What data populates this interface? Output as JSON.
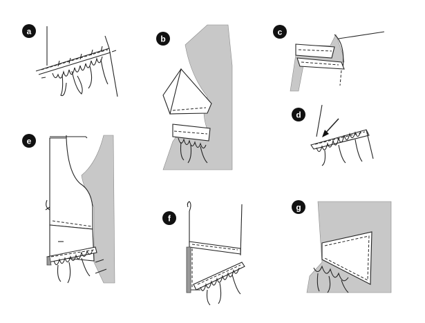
{
  "panels": [
    {
      "id": "a",
      "badge": "a"
    },
    {
      "id": "b",
      "badge": "b"
    },
    {
      "id": "c",
      "badge": "c"
    },
    {
      "id": "d",
      "badge": "d"
    },
    {
      "id": "e",
      "badge": "e"
    },
    {
      "id": "f",
      "badge": "f"
    },
    {
      "id": "g",
      "badge": "g"
    }
  ],
  "colors": {
    "fabric_shade": "#c8c8c8",
    "outline": "#222222",
    "badge": "#111111"
  }
}
